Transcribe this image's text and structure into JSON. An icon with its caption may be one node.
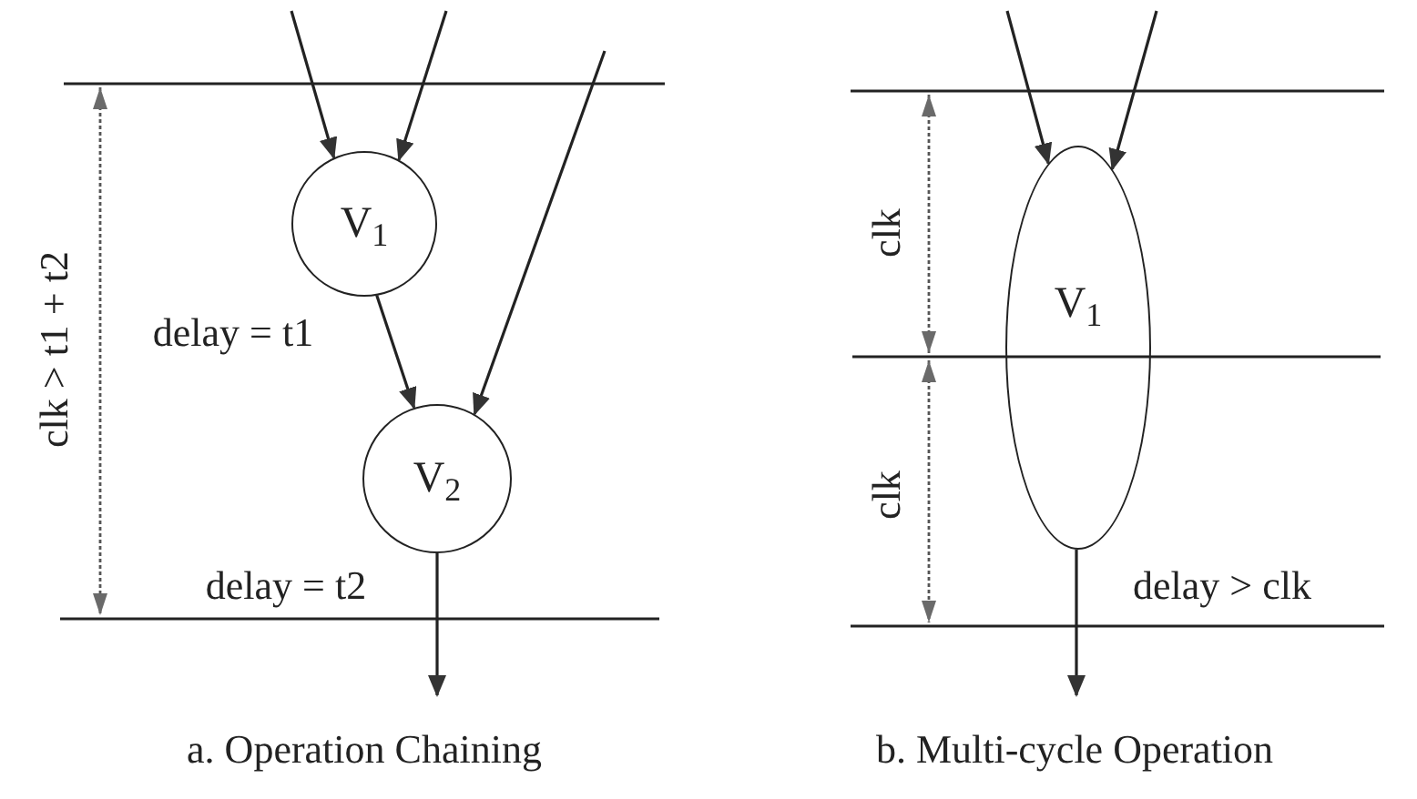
{
  "diagram": {
    "nodes": [
      {
        "text": [
          "V$_{1}$"
        ]
      },
      {
        "text": [
          "V$_{2}$"
        ]
      },
      {
        "text": [
          "V$_{1}$"
        ]
      }
    ],
    "edges": [
      {
        "from": null,
        "to": 0,
        "arrow": "to"
      },
      {
        "from": null,
        "to": 0,
        "arrow": "to"
      },
      {
        "from": 0,
        "to": 1,
        "arrow": "to"
      },
      {
        "from": null,
        "to": 1,
        "arrow": "to"
      },
      {
        "from": 1,
        "to": null,
        "arrow": "to"
      },
      {
        "from": null,
        "to": 2,
        "arrow": "to"
      },
      {
        "from": null,
        "to": 2,
        "arrow": "to"
      },
      {
        "from": 2,
        "to": null,
        "arrow": "to"
      }
    ],
    "labels": [
      "clk > t1 + t2",
      "delay = t1",
      "delay = t2",
      "clk",
      "clk",
      "delay > clk",
      "a. Operation Chaining",
      "b. Multi-cycle Operation"
    ]
  }
}
